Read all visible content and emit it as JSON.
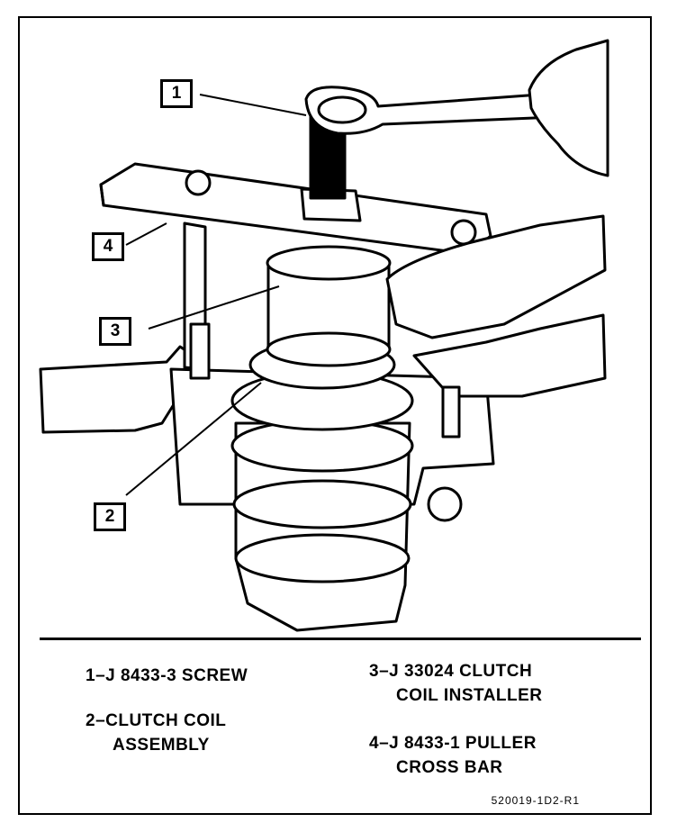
{
  "callouts": [
    "1",
    "2",
    "3",
    "4"
  ],
  "legend": {
    "item1": "1–J 8433-3 SCREW",
    "item2_line1": "2–CLUTCH COIL",
    "item2_line2": "ASSEMBLY",
    "item3_line1": "3–J 33024 CLUTCH",
    "item3_line2": "COIL INSTALLER",
    "item4_line1": "4–J 8433-1 PULLER",
    "item4_line2": "CROSS BAR"
  },
  "figure_id": "520019-1D2-R1",
  "colors": {
    "ink": "#000000",
    "paper": "#ffffff"
  }
}
